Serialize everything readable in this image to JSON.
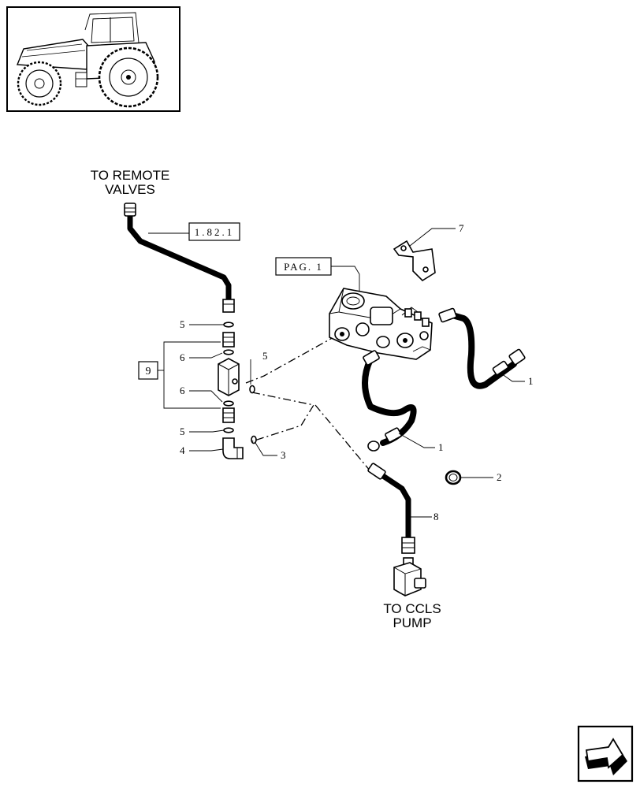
{
  "labels": {
    "to_remote_valves_line1": "TO REMOTE",
    "to_remote_valves_line2": "VALVES",
    "to_ccls_pump_line1": "TO CCLS",
    "to_ccls_pump_line2": "PUMP",
    "ref_1_82_1": "1.82.1",
    "ref_pag_1": "PAG. 1",
    "ref_9": "9"
  },
  "callouts": {
    "c1_upper": "1",
    "c1_lower": "1",
    "c2": "2",
    "c3": "3",
    "c4": "4",
    "c5_top": "5",
    "c5_mid": "5",
    "c5_bottom": "5",
    "c6_top": "6",
    "c6_bottom": "6",
    "c7": "7",
    "c8": "8"
  },
  "icons": {
    "thumbnail": "tractor-thumbnail",
    "next_page": "next-page-arrow-icon"
  }
}
